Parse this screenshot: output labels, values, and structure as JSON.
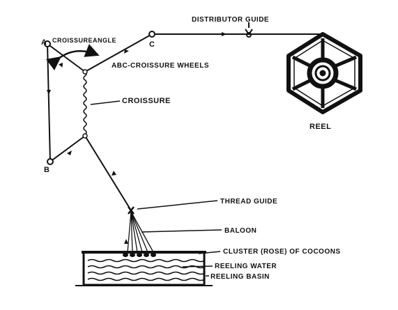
{
  "labels": {
    "point_a": "A",
    "point_b": "B",
    "point_c": "C",
    "croissure_angle": "CROISSUREANGLE",
    "wheels": "ABC-CROISSURE WHEELS",
    "distributor_guide": "DISTRIBUTOR GUIDE",
    "reel": "REEL",
    "croissure": "CROISSURE",
    "thread_guide": "THREAD GUIDE",
    "baloon": "BALOON",
    "cluster": "CLUSTER (ROSE) OF COCOONS",
    "reeling_water": "REELING WATER",
    "reeling_basin": "REELING BASIN"
  },
  "colors": {
    "ink": "#111111",
    "background": "#ffffff"
  }
}
